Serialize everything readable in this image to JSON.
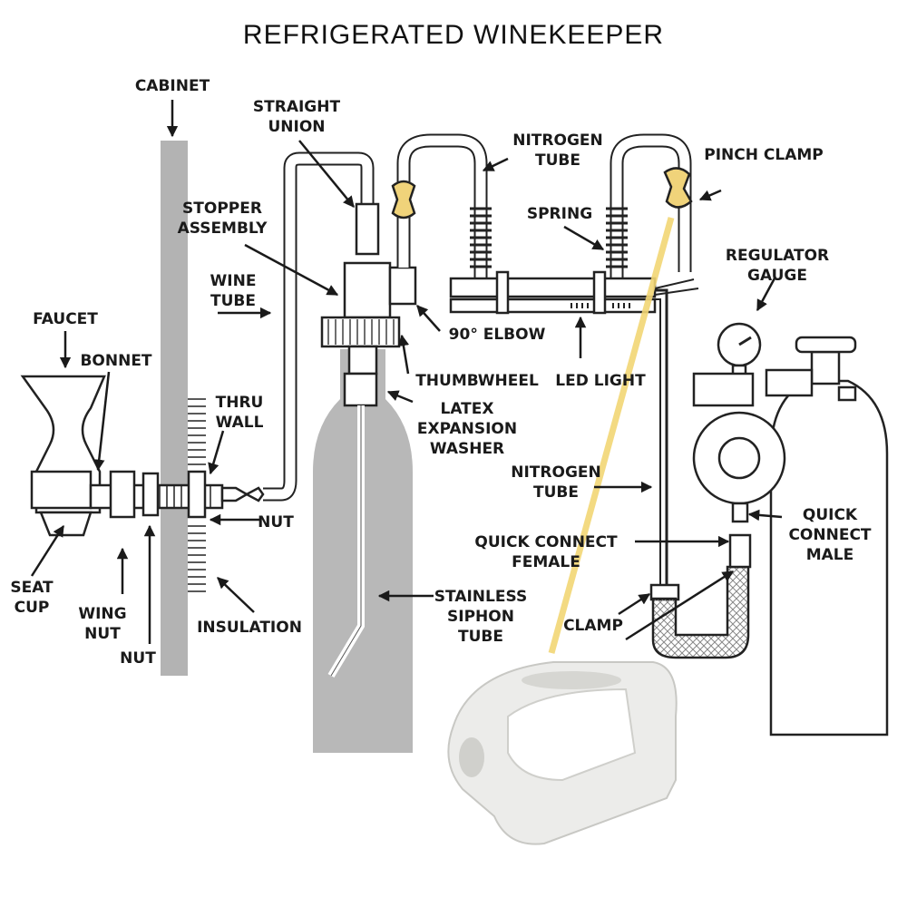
{
  "title": "REFRIGERATED WINEKEEPER",
  "labels": {
    "cabinet": "CABINET",
    "straight_union_1": "STRAIGHT",
    "straight_union_2": "UNION",
    "nitrogen_tube_top_1": "NITROGEN",
    "nitrogen_tube_top_2": "TUBE",
    "pinch_clamp": "PINCH CLAMP",
    "stopper_assembly_1": "STOPPER",
    "stopper_assembly_2": "ASSEMBLY",
    "spring": "SPRING",
    "regulator_gauge_1": "REGULATOR",
    "regulator_gauge_2": "GAUGE",
    "wine_tube_1": "WINE",
    "wine_tube_2": "TUBE",
    "faucet": "FAUCET",
    "elbow": "90° ELBOW",
    "bonnet": "BONNET",
    "thumbwheel": "THUMBWHEEL",
    "led_light": "LED LIGHT",
    "thru_wall_1": "THRU",
    "thru_wall_2": "WALL",
    "latex_washer_1": "LATEX",
    "latex_washer_2": "EXPANSION",
    "latex_washer_3": "WASHER",
    "nitrogen_tube_bottom_1": "NITROGEN",
    "nitrogen_tube_bottom_2": "TUBE",
    "nut_right": "NUT",
    "quick_connect_male_1": "QUICK",
    "quick_connect_male_2": "CONNECT",
    "quick_connect_male_3": "MALE",
    "quick_connect_female_1": "QUICK CONNECT",
    "quick_connect_female_2": "FEMALE",
    "seat_cup_1": "SEAT",
    "seat_cup_2": "CUP",
    "stainless_tube_1": "STAINLESS",
    "stainless_tube_2": "SIPHON",
    "stainless_tube_3": "TUBE",
    "wing_nut_1": "WING",
    "wing_nut_2": "NUT",
    "clamp": "CLAMP",
    "insulation": "INSULATION",
    "nut_bottom": "NUT"
  },
  "colors": {
    "cabinet": "#b3b3b3",
    "bottle": "#b8b8b8",
    "cylinder": "#ffffff",
    "highlight": "#f2d675",
    "clamp_photo": "#ececea",
    "ink": "#1a1a1a"
  }
}
